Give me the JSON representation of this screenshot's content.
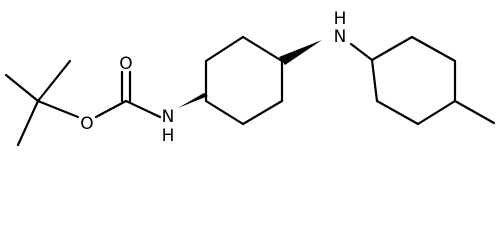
{
  "molecule": {
    "atom_labels": {
      "carbonyl_oxygen": "O",
      "ester_oxygen": "O",
      "carbamate_nitrogen": "N",
      "carbamate_hydrogen": "H",
      "amine_nitrogen": "N",
      "amine_hydrogen": "H"
    },
    "stereo": {
      "carbamate_attachment": "wedge",
      "amine_attachment": "wedge"
    }
  },
  "colors": {
    "ink": "#000000",
    "background": "#ffffff"
  }
}
